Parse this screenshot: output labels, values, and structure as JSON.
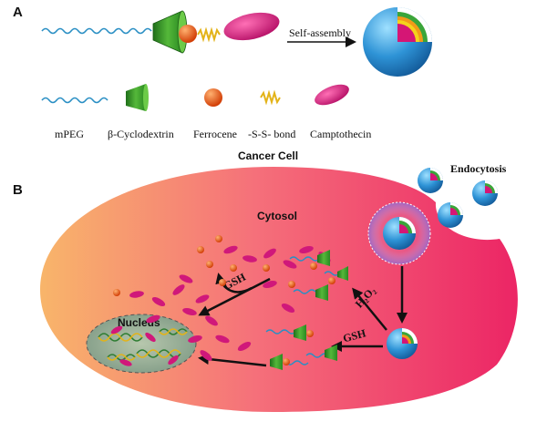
{
  "panel_a": {
    "label": "A",
    "arrow_label": "Self-assembly",
    "legend": [
      {
        "key": "mpeg",
        "text": "mPEG"
      },
      {
        "key": "cd",
        "text": "β-Cyclodextrin"
      },
      {
        "key": "fc",
        "text": "Ferrocene"
      },
      {
        "key": "ss",
        "text": "-S-S- bond"
      },
      {
        "key": "cpt",
        "text": "Camptothecin"
      }
    ]
  },
  "panel_b": {
    "label": "B",
    "cell_title": "Cancer Cell",
    "endocytosis": "Endocytosis",
    "cytosol": "Cytosol",
    "nucleus": "Nucleus",
    "gsh_top": "GSH",
    "gsh_bottom": "GSH",
    "h2o2": "H₂O₂"
  },
  "colors": {
    "peg": "#2a8fc4",
    "cyclodextrin": "#2f9a2a",
    "ferrocene": "#e2560e",
    "ss_bond": "#e3b318",
    "camptothecin": "#d0187a",
    "micelle_shell": "#2f8fd0",
    "cell_left": "#f7b36a",
    "cell_right": "#ea2a6a"
  }
}
